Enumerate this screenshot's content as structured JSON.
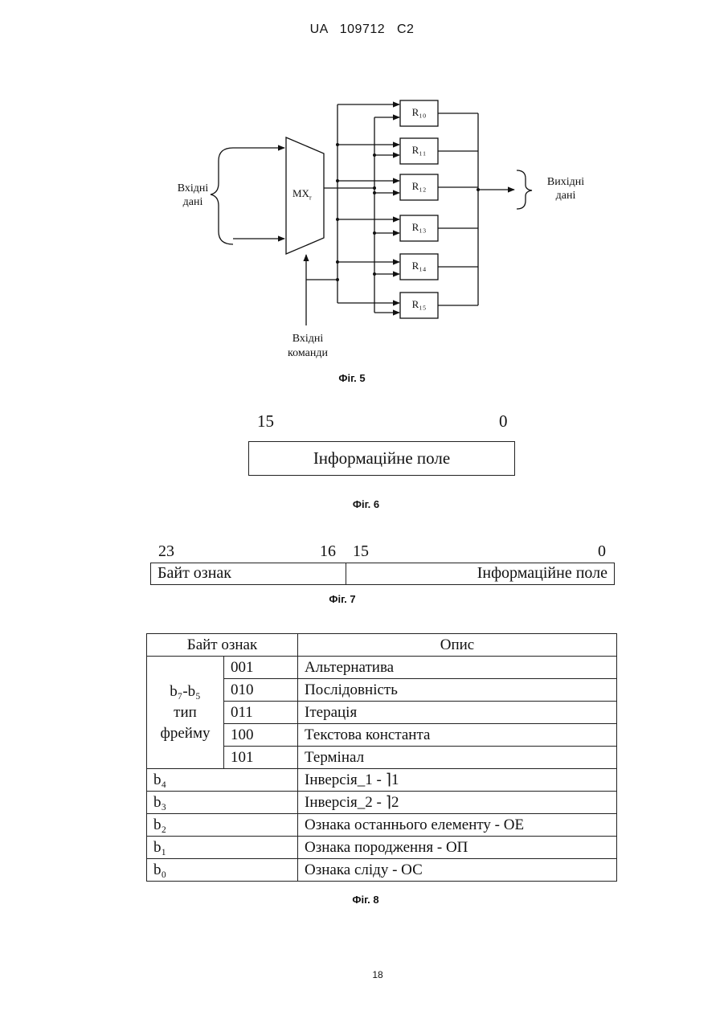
{
  "header": {
    "patent_id": "UA   109712   C2"
  },
  "fig5": {
    "input_data_label": [
      "Вхідні",
      "дані"
    ],
    "mux_label": "MX",
    "mux_subscript": "r",
    "registers": [
      "R₁₀",
      "R₁₁",
      "R₁₂",
      "R₁₃",
      "R₁₄",
      "R₁₅"
    ],
    "output_data_label": [
      "Вихідні",
      "дані"
    ],
    "input_commands_label": [
      "Вхідні",
      "команди"
    ],
    "caption": "Фіг. 5"
  },
  "fig6": {
    "bit_high": "15",
    "bit_low": "0",
    "field_label": "Інформаційне поле",
    "caption": "Фіг. 6"
  },
  "fig7": {
    "bits": [
      "23",
      "16",
      "15",
      "0"
    ],
    "left_field": "Байт ознак",
    "right_field": "Інформаційне поле",
    "caption": "Фіг. 7"
  },
  "fig8": {
    "headers": {
      "bytes": "Байт ознак",
      "description": "Опис"
    },
    "group_label": {
      "bits": "b₇-b₅",
      "line2": "тип",
      "line3": "фрейму"
    },
    "codes": [
      {
        "code": "001",
        "desc": "Альтернатива"
      },
      {
        "code": "010",
        "desc": "Послідовність"
      },
      {
        "code": "011",
        "desc": "Ітерація"
      },
      {
        "code": "100",
        "desc": "Текстова константа"
      },
      {
        "code": "101",
        "desc": "Термінал"
      }
    ],
    "bits": [
      {
        "bit": "b₄",
        "desc": "Інверсія_1 - ⌉1"
      },
      {
        "bit": "b₃",
        "desc": "Інверсія_2 - ⌉2"
      },
      {
        "bit": "b₂",
        "desc": "Ознака останнього елементу - ОЕ"
      },
      {
        "bit": "b₁",
        "desc": "Ознака породження - ОП"
      },
      {
        "bit": "b₀",
        "desc": "Ознака сліду - ОС"
      }
    ],
    "caption": "Фіг. 8"
  },
  "footer": {
    "page_number": "18"
  }
}
